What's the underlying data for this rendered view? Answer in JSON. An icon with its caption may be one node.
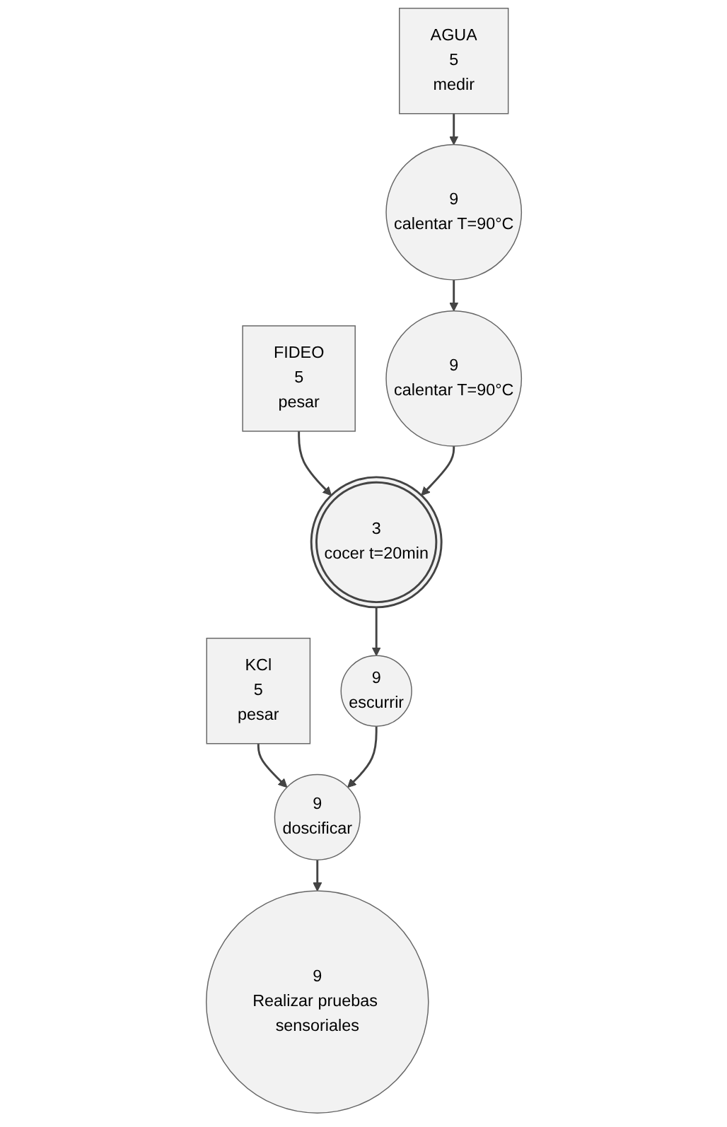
{
  "diagram": {
    "nodes": [
      {
        "text": [
          "FIDEO",
          "5",
          "pesar"
        ]
      },
      {
        "text": [
          "AGUA",
          "5",
          "medir"
        ]
      },
      {
        "text": [
          "KCl",
          "5",
          "pesar"
        ]
      },
      {
        "text": [
          "9",
          "calentar T=90°C"
        ]
      },
      {
        "text": [
          "9",
          "calentar T=90°C"
        ]
      },
      {
        "text": [
          "3",
          "cocer t=20min"
        ]
      },
      {
        "text": [
          "9",
          "escurrir"
        ]
      },
      {
        "text": [
          "9",
          "doscificar"
        ]
      },
      {
        "text": [
          "9",
          "Realizar pruebas sensoriales"
        ]
      }
    ],
    "edges": [
      {
        "from": 1,
        "to": 3,
        "arrow": "to"
      },
      {
        "from": 3,
        "to": 4,
        "arrow": "to"
      },
      {
        "from": 0,
        "to": 5,
        "arrow": "to"
      },
      {
        "from": 4,
        "to": 5,
        "arrow": "to"
      },
      {
        "from": 5,
        "to": 6,
        "arrow": "to"
      },
      {
        "from": 2,
        "to": 7,
        "arrow": "to"
      },
      {
        "from": 6,
        "to": 7,
        "arrow": "to"
      },
      {
        "from": 7,
        "to": 8,
        "arrow": "to"
      }
    ]
  }
}
